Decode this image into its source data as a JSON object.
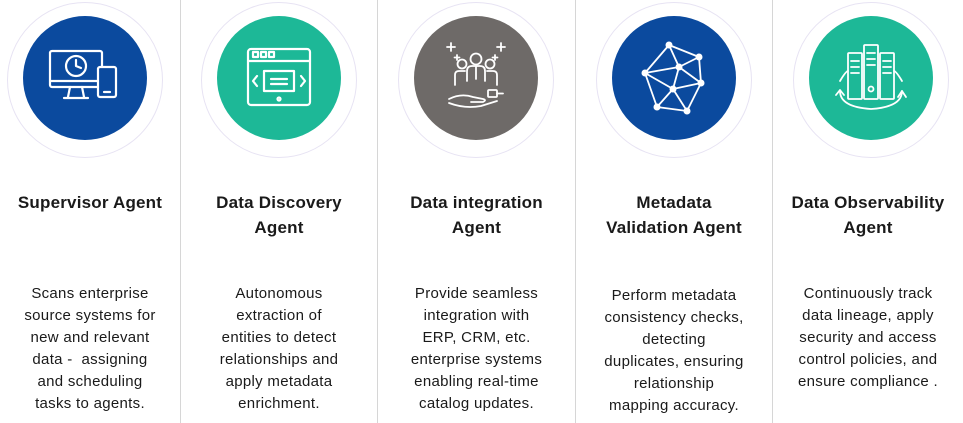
{
  "colors": {
    "blue": "#0b4a9e",
    "teal": "#1db897",
    "gray": "#6e6a68",
    "divider": "#d6d6d6"
  },
  "agents": [
    {
      "icon": "monitor-clock-icon",
      "color": "blue",
      "title_lines": [
        "Supervisor Agent"
      ],
      "desc_lines": [
        "Scans enterprise",
        "source systems for",
        "new and relevant",
        "data -  assigning",
        "and scheduling",
        "tasks to agents."
      ]
    },
    {
      "icon": "browser-window-icon",
      "color": "teal",
      "title_lines": [
        "Data Discovery",
        "Agent"
      ],
      "desc_lines": [
        "Autonomous",
        "extraction of",
        "entities to detect",
        "relationships and",
        "apply metadata",
        "enrichment."
      ]
    },
    {
      "icon": "team-integration-icon",
      "color": "gray",
      "title_lines": [
        "Data integration",
        "Agent"
      ],
      "desc_lines": [
        "Provide seamless",
        "integration with",
        "ERP, CRM, etc.",
        "enterprise systems",
        "enabling real-time",
        "catalog updates."
      ]
    },
    {
      "icon": "network-polygon-icon",
      "color": "blue",
      "title_lines": [
        "Metadata",
        "Validation Agent"
      ],
      "desc_lines": [
        "Perform metadata",
        "consistency checks,",
        "detecting",
        "duplicates, ensuring",
        "relationship",
        "mapping accuracy."
      ]
    },
    {
      "icon": "server-cycle-icon",
      "color": "teal",
      "title_lines": [
        "Data Observability",
        "Agent"
      ],
      "desc_lines": [
        "Continuously track",
        "data lineage, apply",
        "security and access",
        "control policies, and",
        "ensure compliance ."
      ]
    }
  ]
}
